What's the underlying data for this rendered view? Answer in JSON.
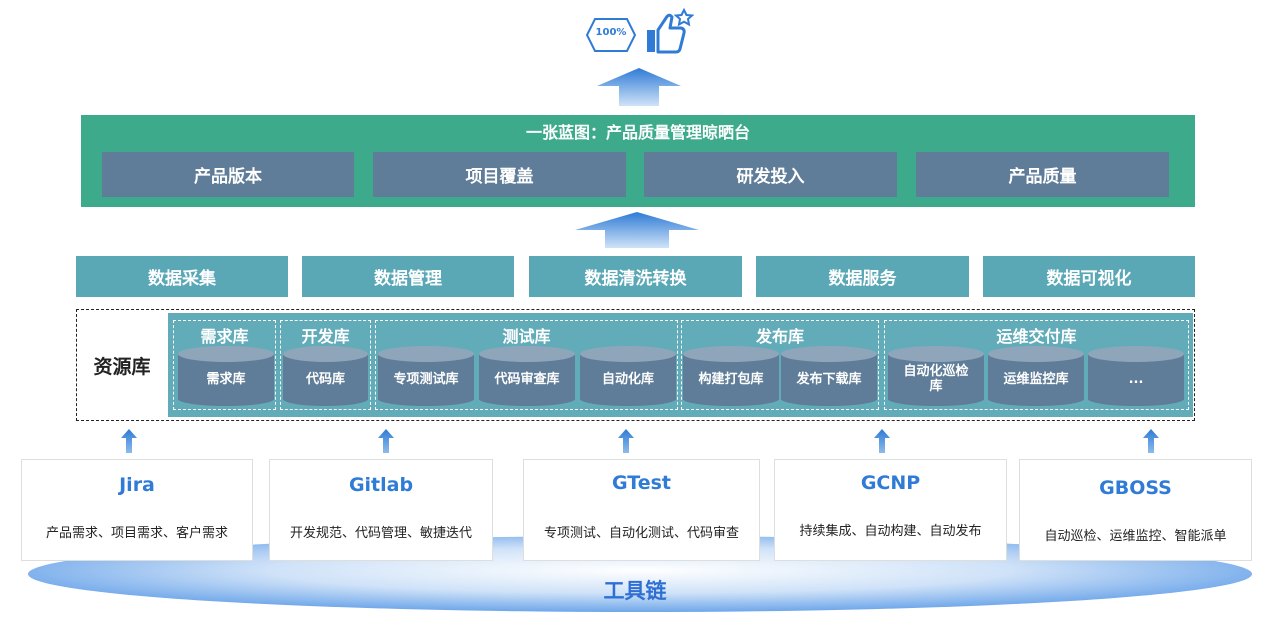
{
  "badge": {
    "text": "100%"
  },
  "blueprint": {
    "title": "一张蓝图：产品质量管理晾晒台",
    "tiles": [
      "产品版本",
      "项目覆盖",
      "研发投入",
      "产品质量"
    ]
  },
  "process": [
    "数据采集",
    "数据管理",
    "数据清洗转换",
    "数据服务",
    "数据可视化"
  ],
  "resource_library": {
    "title": "资源库",
    "groups": [
      {
        "label": "需求库",
        "items": [
          "需求库"
        ]
      },
      {
        "label": "开发库",
        "items": [
          "代码库"
        ]
      },
      {
        "label": "测试库",
        "items": [
          "专项测试库",
          "代码审查库",
          "自动化库"
        ]
      },
      {
        "label": "发布库",
        "items": [
          "构建打包库",
          "发布下载库"
        ]
      },
      {
        "label": "运维交付库",
        "items": [
          "自动化巡检库",
          "运维监控库",
          "..."
        ]
      }
    ]
  },
  "tools": [
    {
      "name": "Jira",
      "desc": "产品需求、项目需求、客户需求"
    },
    {
      "name": "Gitlab",
      "desc": "开发规范、代码管理、敏捷迭代"
    },
    {
      "name": "GTest",
      "desc": "专项测试、自动化测试、代码审查"
    },
    {
      "name": "GCNP",
      "desc": "持续集成、自动构建、自动发布"
    },
    {
      "name": "GBOSS",
      "desc": "自动巡检、运维监控、智能派单"
    }
  ],
  "platform_label": "工具链",
  "colors": {
    "blueprint": "#3daa8c",
    "tile": "#5f7d98",
    "process": "#5aa7b6",
    "tool_name": "#2f7bd6"
  }
}
